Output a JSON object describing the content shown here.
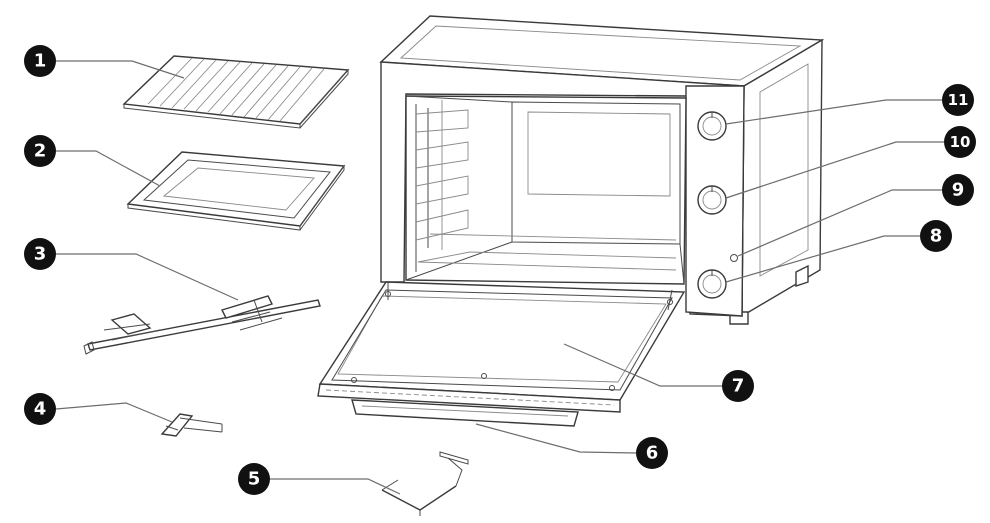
{
  "callouts": [
    {
      "id": "1",
      "label": "1"
    },
    {
      "id": "2",
      "label": "2"
    },
    {
      "id": "3",
      "label": "3"
    },
    {
      "id": "4",
      "label": "4"
    },
    {
      "id": "5",
      "label": "5"
    },
    {
      "id": "6",
      "label": "6"
    },
    {
      "id": "7",
      "label": "7"
    },
    {
      "id": "8",
      "label": "8"
    },
    {
      "id": "9",
      "label": "9"
    },
    {
      "id": "10",
      "label": "10"
    },
    {
      "id": "11",
      "label": "11"
    }
  ],
  "colors": {
    "ink": "#1a1a1a",
    "line": "#6d6d6d",
    "badge": "#111111",
    "badge_text": "#ffffff"
  }
}
